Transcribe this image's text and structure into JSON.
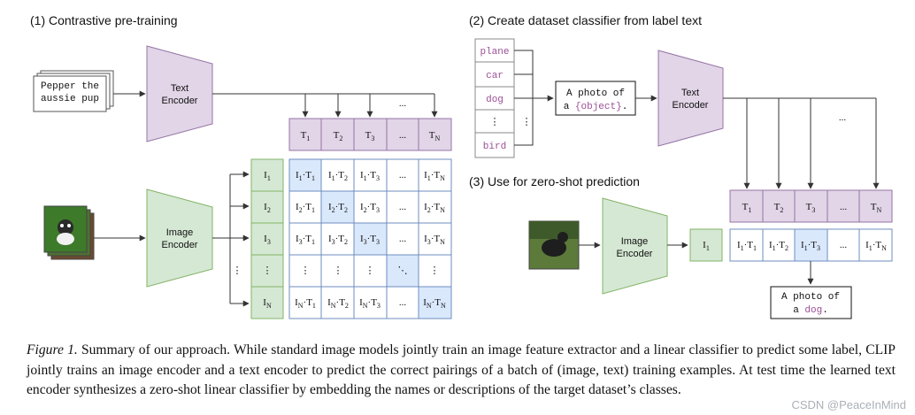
{
  "sections": {
    "pretraining": "(1) Contrastive pre-training",
    "create_classifier": "(2) Create dataset classifier from label text",
    "zero_shot": "(3) Use for zero-shot prediction"
  },
  "encoders": {
    "text_line1": "Text",
    "text_line2": "Encoder",
    "image_line1": "Image",
    "image_line2": "Encoder"
  },
  "input_text": [
    "Pepper the",
    "aussie pup"
  ],
  "labels": [
    "plane",
    "car",
    "dog",
    "⋮",
    "bird"
  ],
  "template": {
    "prefix_line1": "A photo of",
    "prefix_line2": "a ",
    "placeholder": "{object}",
    "suffix": "."
  },
  "prediction": {
    "prefix_line1": "A photo of",
    "prefix_line2": "a ",
    "word": "dog",
    "suffix": "."
  },
  "ellipsis": "...",
  "vdots": "⋮",
  "ddots": "⋱",
  "colors": {
    "text_encoder_fill": "#e1d5e7",
    "text_encoder_stroke": "#9673a6",
    "image_encoder_fill": "#d5e8d4",
    "image_encoder_stroke": "#82b366",
    "diagonal_cell": "#dae8fc",
    "grid_stroke": "#6c8ebf",
    "label_text": "#9b4f96"
  },
  "caption": {
    "lead": "Figure 1.",
    "body": " Summary of our approach. While standard image models jointly train an image feature extractor and a linear classifier to predict some label, CLIP jointly trains an image encoder and a text encoder to predict the correct pairings of a batch of (image, text) training examples. At test time the learned text encoder synthesizes a zero-shot linear classifier by embedding the names or descriptions of the target dataset’s classes."
  },
  "watermark": "CSDN @PeaceInMind"
}
